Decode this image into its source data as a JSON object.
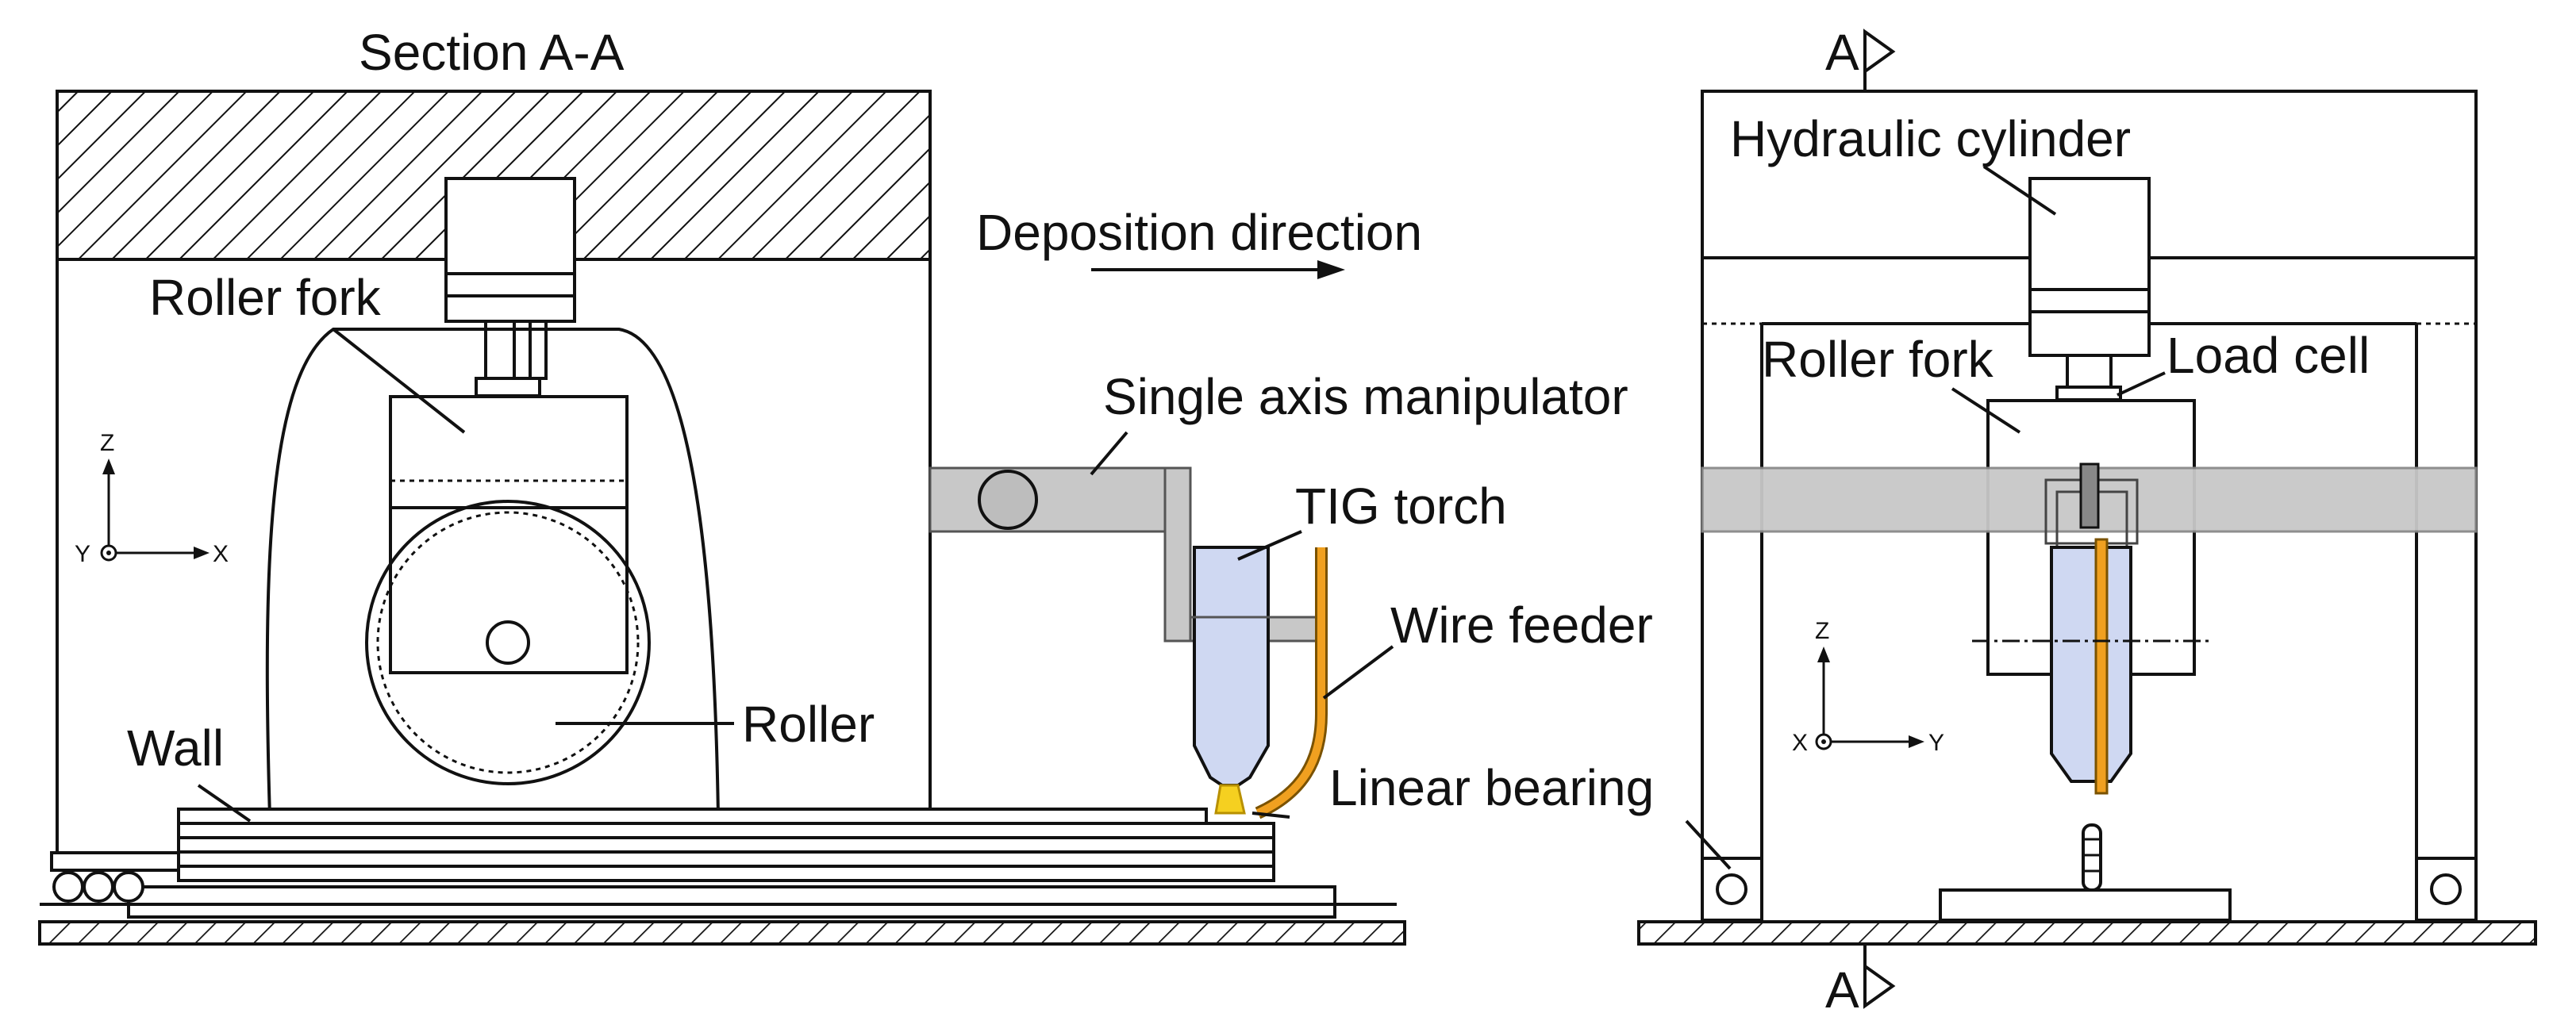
{
  "diagram": {
    "left_view": {
      "title": "Section A-A",
      "labels": {
        "roller_fork": "Roller fork",
        "wall": "Wall",
        "roller": "Roller",
        "deposition_direction": "Deposition direction",
        "single_axis_manipulator": "Single axis manipulator",
        "tig_torch": "TIG torch",
        "wire_feeder": "Wire feeder",
        "linear_bearing": "Linear bearing"
      },
      "axes": {
        "vertical": "Z",
        "horizontal": "X",
        "out_of_plane": "Y"
      }
    },
    "right_view": {
      "section_mark": "A",
      "labels": {
        "hydraulic_cylinder": "Hydraulic cylinder",
        "roller_fork": "Roller fork",
        "load_cell": "Load cell"
      },
      "axes": {
        "vertical": "Z",
        "horizontal": "Y",
        "out_of_plane": "X"
      }
    },
    "colors": {
      "manipulator_gray": "#c8c8c8",
      "torch_blue": "#cfd8f2",
      "wire_orange": "#f0a020",
      "arc_yellow": "#f5d020"
    }
  }
}
